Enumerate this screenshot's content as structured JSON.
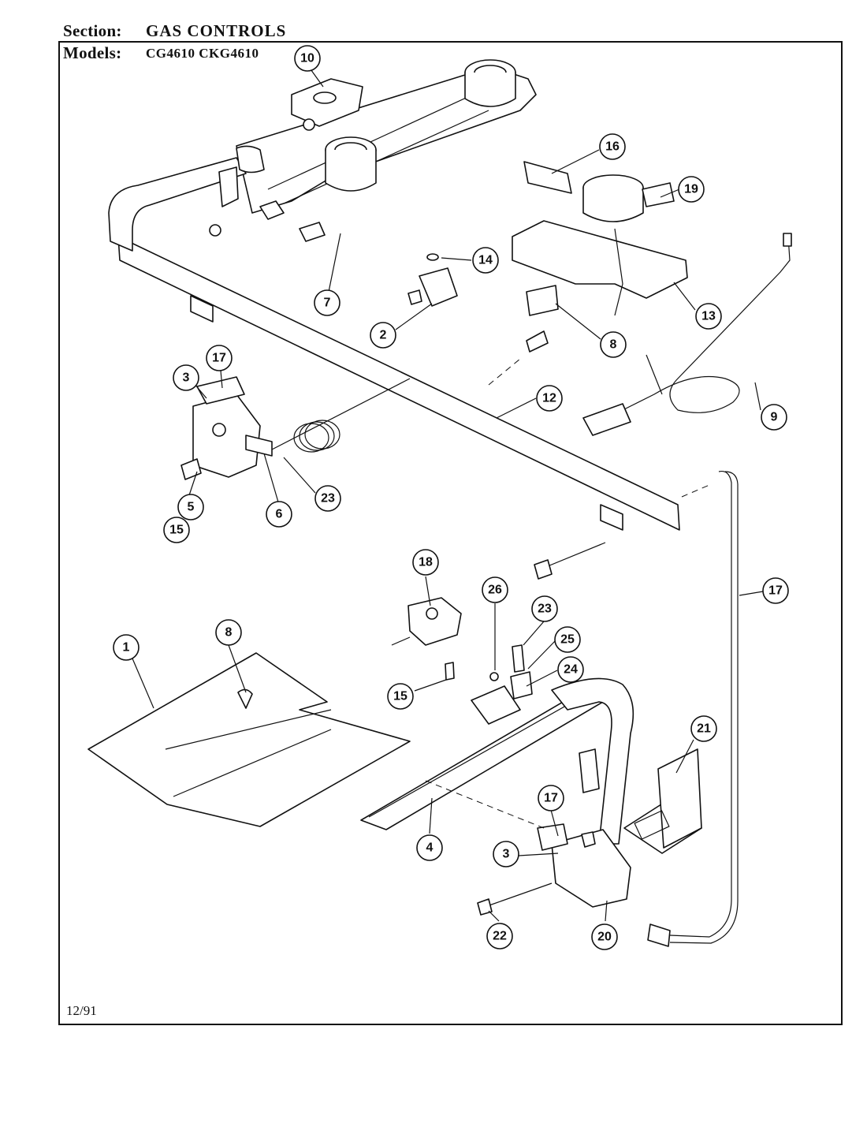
{
  "header": {
    "section_label": "Section:",
    "section_value": "GAS CONTROLS",
    "models_label": "Models:",
    "models_value": "CG4610  CKG4610"
  },
  "footer": {
    "date": "12/91"
  },
  "callouts": [
    {
      "id": "c10",
      "label": "10"
    },
    {
      "id": "c16",
      "label": "16"
    },
    {
      "id": "c19",
      "label": "19"
    },
    {
      "id": "c14",
      "label": "14"
    },
    {
      "id": "c7",
      "label": "7"
    },
    {
      "id": "c2",
      "label": "2"
    },
    {
      "id": "c13",
      "label": "13"
    },
    {
      "id": "c8a",
      "label": "8"
    },
    {
      "id": "c17a",
      "label": "17"
    },
    {
      "id": "c3a",
      "label": "3"
    },
    {
      "id": "c12",
      "label": "12"
    },
    {
      "id": "c9",
      "label": "9"
    },
    {
      "id": "c23a",
      "label": "23"
    },
    {
      "id": "c5",
      "label": "5"
    },
    {
      "id": "c6",
      "label": "6"
    },
    {
      "id": "c15a",
      "label": "15"
    },
    {
      "id": "c18",
      "label": "18"
    },
    {
      "id": "c26",
      "label": "26"
    },
    {
      "id": "c23b",
      "label": "23"
    },
    {
      "id": "c17b",
      "label": "17"
    },
    {
      "id": "c8b",
      "label": "8"
    },
    {
      "id": "c1",
      "label": "1"
    },
    {
      "id": "c25",
      "label": "25"
    },
    {
      "id": "c24",
      "label": "24"
    },
    {
      "id": "c15b",
      "label": "15"
    },
    {
      "id": "c21",
      "label": "21"
    },
    {
      "id": "c4",
      "label": "4"
    },
    {
      "id": "c17c",
      "label": "17"
    },
    {
      "id": "c3b",
      "label": "3"
    },
    {
      "id": "c22",
      "label": "22"
    },
    {
      "id": "c20",
      "label": "20"
    }
  ]
}
